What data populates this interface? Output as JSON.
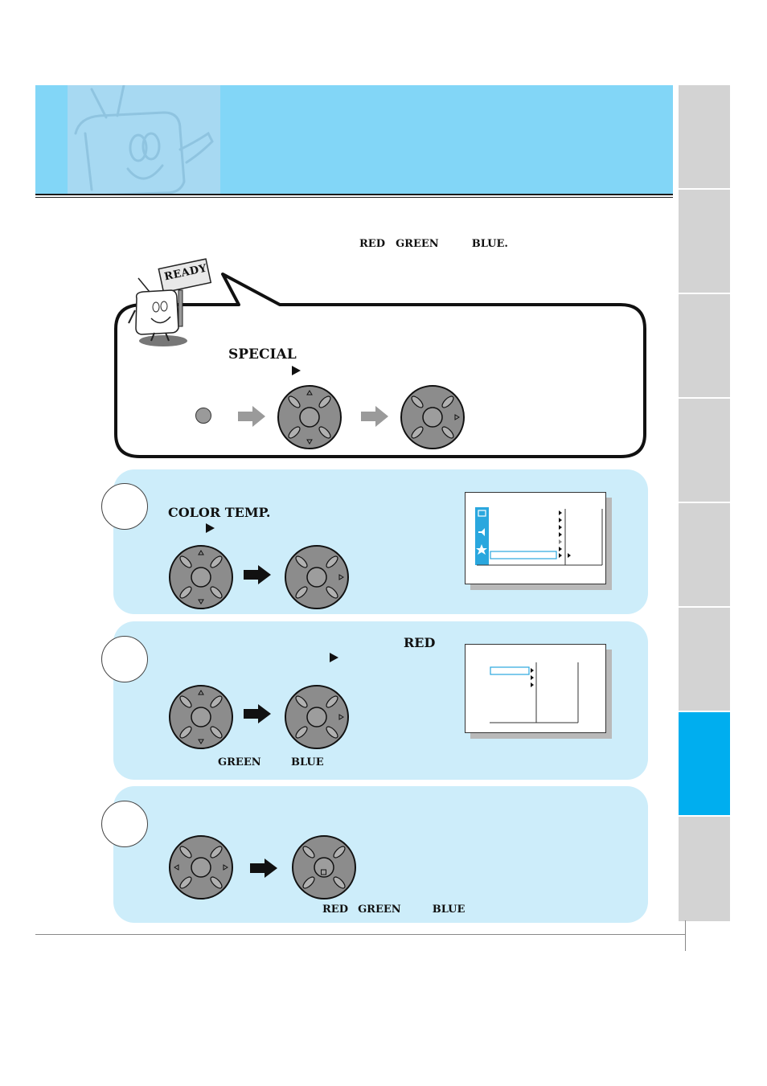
{
  "intro": {
    "red": "RED",
    "green": "GREEN",
    "blue": "BLUE."
  },
  "ready": {
    "sign": "READY",
    "menu_name": "SPECIAL"
  },
  "step1": {
    "item": "COLOR TEMP."
  },
  "step2": {
    "item": "RED",
    "note_green": "GREEN",
    "note_blue": "BLUE"
  },
  "step3": {
    "note_red": "RED",
    "note_green": "GREEN",
    "note_blue": "BLUE"
  },
  "colors": {
    "header": "#82d6f7",
    "panel": "#cdedfa",
    "active_tab": "#00aeef",
    "tab": "#d3d3d3",
    "osd_highlight": "#2aa7de"
  }
}
